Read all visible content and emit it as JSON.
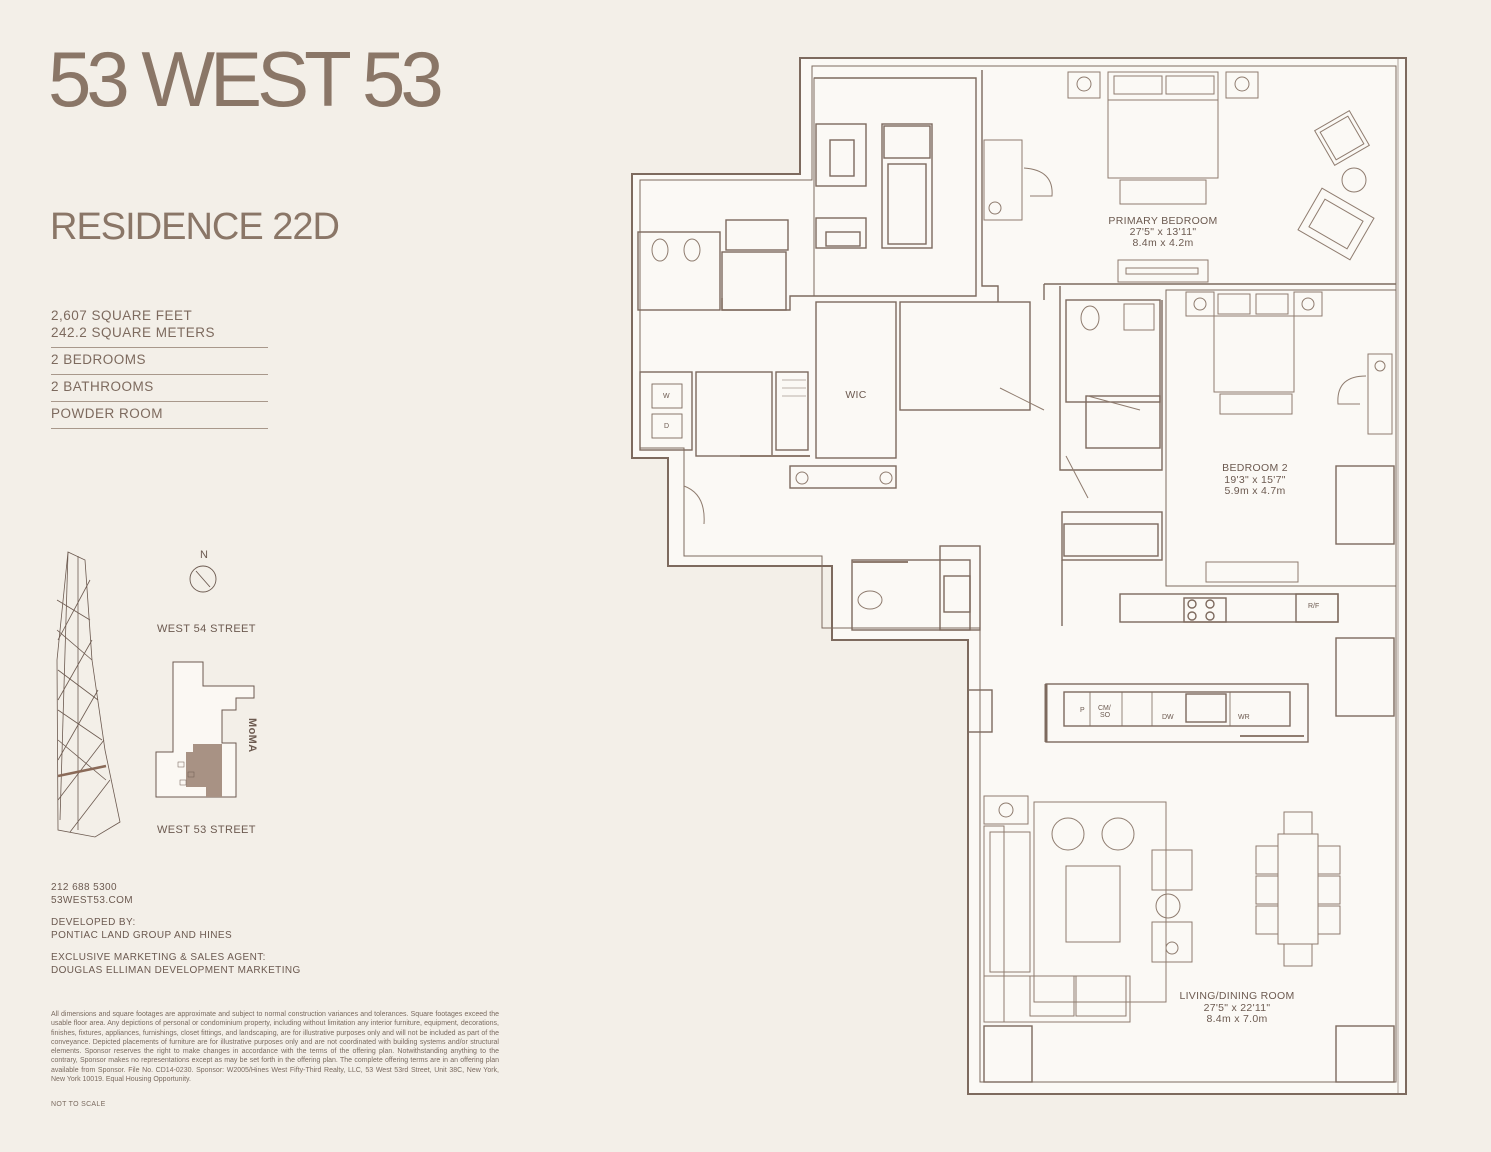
{
  "brand": "53 WEST 53",
  "residence": "RESIDENCE 22D",
  "specs": {
    "sqft": "2,607 SQUARE FEET",
    "sqm": "242.2 SQUARE METERS",
    "bedrooms": "2 BEDROOMS",
    "bathrooms": "2 BATHROOMS",
    "powder": "POWDER ROOM"
  },
  "locator": {
    "north": "N",
    "street_north": "WEST 54 STREET",
    "street_south": "WEST 53 STREET",
    "moma": "MoMA"
  },
  "contact": {
    "phone": "212 688 5300",
    "web": "53WEST53.COM",
    "developed_label": "DEVELOPED BY:",
    "developer": "PONTIAC LAND GROUP AND HINES",
    "agent_label": "EXCLUSIVE MARKETING & SALES AGENT:",
    "agent": "DOUGLAS ELLIMAN DEVELOPMENT MARKETING"
  },
  "disclaimer": "All dimensions and square footages are approximate and subject to normal construction variances and tolerances. Square footages exceed the usable floor area. Any depictions of personal or condominium property, including without limitation any interior furniture, equipment, decorations, finishes, fixtures, appliances, furnishings, closet fittings, and landscaping, are for illustrative purposes only and will not be included as part of the conveyance. Depicted placements of furniture are for illustrative purposes only and are not coordinated with building systems and/or structural elements. Sponsor reserves the right to make changes in accordance with the terms of the offering plan. Notwithstanding anything to the contrary, Sponsor makes no representations except as may be set forth in the offering plan. The complete offering terms are in an offering plan available from Sponsor. File No. CD14-0230. Sponsor: W2005/Hines West Fifty-Third Realty, LLC, 53 West 53rd Street, Unit 38C, New York, New York 10019. Equal Housing Opportunity.",
  "not_to_scale": "NOT TO SCALE",
  "rooms": {
    "primary": {
      "name": "PRIMARY BEDROOM",
      "imperial": "27'5\" x 13'11\"",
      "metric": "8.4m x 4.2m"
    },
    "bedroom2": {
      "name": "BEDROOM 2",
      "imperial": "19'3\" x 15'7\"",
      "metric": "5.9m x 4.7m"
    },
    "living": {
      "name": "LIVING/DINING ROOM",
      "imperial": "27'5\" x 22'11\"",
      "metric": "8.4m x 7.0m"
    },
    "wic": "WIC"
  },
  "appliance_labels": {
    "washer": "W",
    "dryer": "D",
    "fridge": "R/F",
    "pantry": "P",
    "coffee_1": "CM/",
    "coffee_2": "SO",
    "dishwasher": "DW",
    "wine": "WR"
  },
  "colors": {
    "line": "#7d6a5e",
    "accent": "#a89284",
    "background": "#f3efe8"
  }
}
